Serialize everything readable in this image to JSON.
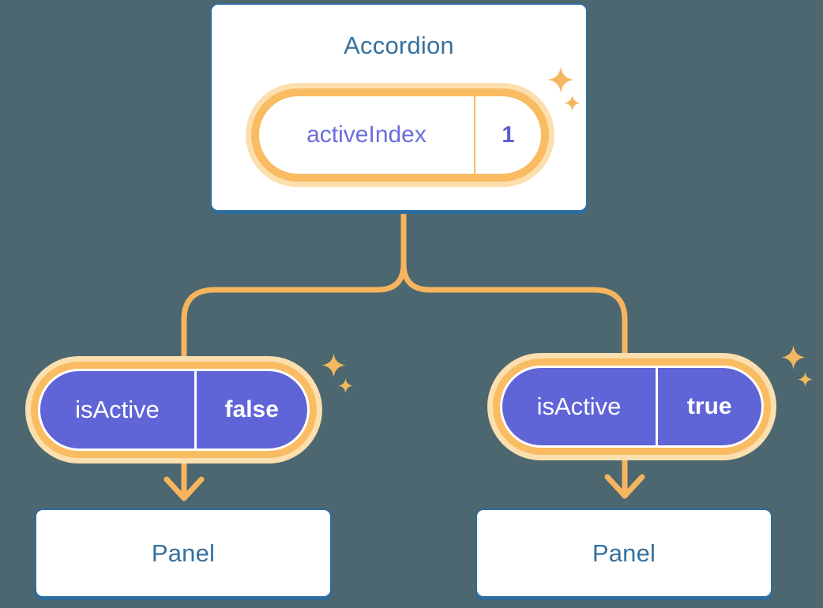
{
  "diagram": {
    "root": {
      "label": "Accordion",
      "state": {
        "name": "activeIndex",
        "value": "1"
      }
    },
    "children": [
      {
        "state": {
          "name": "isActive",
          "value": "false"
        },
        "panel": {
          "label": "Panel"
        }
      },
      {
        "state": {
          "name": "isActive",
          "value": "true"
        },
        "panel": {
          "label": "Panel"
        }
      }
    ],
    "icons": {
      "sparkle": "sparkle-icon",
      "arrow": "arrow-down-icon"
    },
    "colors": {
      "background": "#4C6770",
      "card_fill": "#FFFFFF",
      "card_border": "#2E6D9E",
      "card_text": "#36719F",
      "pill_purple": "#5F65D6",
      "pill_ring_orange": "#F9BC62",
      "pill_glow": "#FCDFAE",
      "connector_orange": "#F7B45E",
      "state_name_text": "#6A6FDC",
      "state_value_text": "#585FD0",
      "sparkle_orange": "#F3B85F"
    }
  }
}
